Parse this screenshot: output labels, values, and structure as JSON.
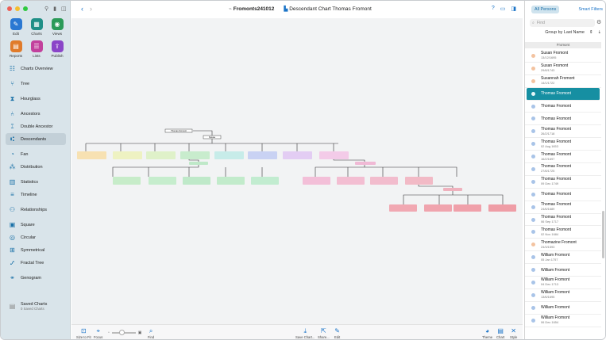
{
  "window": {
    "document": "Fromonts241012",
    "chart_title": "Descendant Chart Thomas Fromont"
  },
  "tools": [
    {
      "label": "Edit",
      "icon": "edit-icon",
      "color": "#2a78d2",
      "glyph": "✎"
    },
    {
      "label": "Charts",
      "icon": "charts-icon",
      "color": "#1f8f87",
      "glyph": "▦"
    },
    {
      "label": "Views",
      "icon": "views-icon",
      "color": "#2a9a58",
      "glyph": "◉"
    },
    {
      "label": "Reports",
      "icon": "reports-icon",
      "color": "#e07b2a",
      "glyph": "▤"
    },
    {
      "label": "Lists",
      "icon": "lists-icon",
      "color": "#c2419d",
      "glyph": "☰"
    },
    {
      "label": "Publish",
      "icon": "publish-icon",
      "color": "#8a45c8",
      "glyph": "⇪"
    }
  ],
  "nav": [
    {
      "label": "Charts Overview",
      "icon": "charts-overview-icon",
      "glyph": "☷",
      "active": false,
      "gap": false
    },
    {
      "label": "Tree",
      "icon": "tree-icon",
      "glyph": "⑂",
      "active": false,
      "gap": true
    },
    {
      "label": "Hourglass",
      "icon": "hourglass-icon",
      "glyph": "⧗",
      "active": false,
      "gap": true
    },
    {
      "label": "Ancestors",
      "icon": "ancestors-icon",
      "glyph": "⑃",
      "active": false,
      "gap": true
    },
    {
      "label": "Double Ancestor",
      "icon": "double-ancestor-icon",
      "glyph": "⑄",
      "active": false,
      "gap": false
    },
    {
      "label": "Descendants",
      "icon": "descendants-icon",
      "glyph": "⑆",
      "active": true,
      "gap": false
    },
    {
      "label": "Fan",
      "icon": "fan-icon",
      "glyph": "◔",
      "active": false,
      "gap": true
    },
    {
      "label": "Distribution",
      "icon": "distribution-icon",
      "glyph": "⁂",
      "active": false,
      "gap": false
    },
    {
      "label": "Statistics",
      "icon": "statistics-icon",
      "glyph": "▥",
      "active": false,
      "gap": true
    },
    {
      "label": "Timeline",
      "icon": "timeline-icon",
      "glyph": "≡",
      "active": false,
      "gap": false
    },
    {
      "label": "Relationships",
      "icon": "relationships-icon",
      "glyph": "⚇",
      "active": false,
      "gap": true
    },
    {
      "label": "Square",
      "icon": "square-icon",
      "glyph": "▣",
      "active": false,
      "gap": true
    },
    {
      "label": "Circular",
      "icon": "circular-icon",
      "glyph": "◎",
      "active": false,
      "gap": false
    },
    {
      "label": "Symmetrical",
      "icon": "symmetrical-icon",
      "glyph": "⊞",
      "active": false,
      "gap": false
    },
    {
      "label": "Fractal Tree",
      "icon": "fractal-tree-icon",
      "glyph": "⑇",
      "active": false,
      "gap": false
    },
    {
      "label": "Genogram",
      "icon": "genogram-icon",
      "glyph": "⚭",
      "active": false,
      "gap": true
    }
  ],
  "saved": {
    "label": "Saved Charts",
    "sub": "0 Saved Charts"
  },
  "bottom_tools": {
    "size_to_fit": "Size to Fit",
    "focus": "Focus",
    "find": "Find",
    "save_chart": "Save Chart...",
    "share": "Share...",
    "edit": "Edit",
    "theme": "Theme",
    "chart": "Chart",
    "style": "Style"
  },
  "right_panel": {
    "tab_all": "All Persons",
    "tab_smart": "Smart Filters",
    "search_placeholder": "Find",
    "group_by": "Group by Last Name",
    "group_header": "Fromont",
    "persons": [
      {
        "name": "Susan Fromont",
        "date": "13/12/1695",
        "sex": "f"
      },
      {
        "name": "Susan Fromont",
        "date": "29/8/1743",
        "sex": "f"
      },
      {
        "name": "Susannah Fromont",
        "date": "14/1/1722",
        "sex": "f"
      },
      {
        "name": "Thomas Fromont",
        "date": "",
        "sex": "m",
        "selected": true
      },
      {
        "name": "Thomas Fromont",
        "date": "",
        "sex": "m"
      },
      {
        "name": "Thomas Fromont",
        "date": "",
        "sex": "m"
      },
      {
        "name": "Thomas Fromont",
        "date": "26/2/1718",
        "sex": "m"
      },
      {
        "name": "Thomas Fromont",
        "date": "02 Aug 1653",
        "sex": "m"
      },
      {
        "name": "Thomas Fromont",
        "date": "16/2/1697",
        "sex": "m"
      },
      {
        "name": "Thomas Fromont",
        "date": "27/8/1725",
        "sex": "m"
      },
      {
        "name": "Thomas Fromont",
        "date": "09 Dec 1749",
        "sex": "m"
      },
      {
        "name": "Thomas Fromont",
        "date": "",
        "sex": "m"
      },
      {
        "name": "Thomas Fromont",
        "date": "24/6/1689",
        "sex": "m"
      },
      {
        "name": "Thomas Fromont",
        "date": "06 Sep 1717",
        "sex": "m"
      },
      {
        "name": "Thomas Fromont",
        "date": "02 Nov 1684",
        "sex": "m"
      },
      {
        "name": "Thomazine Fromont",
        "date": "24/3/1593",
        "sex": "f"
      },
      {
        "name": "William Fromont",
        "date": "05 Jan 1757",
        "sex": "m"
      },
      {
        "name": "William Fromont",
        "date": "",
        "sex": "m"
      },
      {
        "name": "William Fromont",
        "date": "04 Dec 1713",
        "sex": "m"
      },
      {
        "name": "William Fromont",
        "date": "13/6/1695",
        "sex": "m"
      },
      {
        "name": "William Fromont",
        "date": "",
        "sex": "m"
      },
      {
        "name": "William Fromont",
        "date": "06 Dec 1654",
        "sex": "m"
      }
    ],
    "colors": {
      "male": "#a9c4e8",
      "female": "#f3c3a0",
      "selected": "#168fa2"
    }
  }
}
